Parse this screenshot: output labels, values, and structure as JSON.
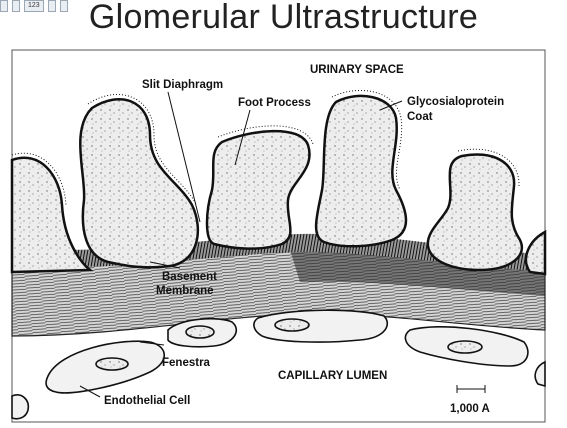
{
  "toolbar": {
    "buttons": [
      "",
      "",
      "123",
      "",
      ""
    ]
  },
  "slide": {
    "title": "Glomerular Ultrastructure"
  },
  "diagram": {
    "labels": {
      "urinary_space": "URINARY SPACE",
      "slit_diaphragm": "Slit Diaphragm",
      "foot_process": "Foot Process",
      "glyco_line1": "Glycosialoprotein",
      "glyco_line2": "Coat",
      "basement1": "Basement",
      "basement2": "Membrane",
      "fenestra": "Fenestra",
      "capillary_lumen": "CAPILLARY LUMEN",
      "endothelial_cell": "Endothelial Cell",
      "scale": "1,000 A"
    }
  }
}
